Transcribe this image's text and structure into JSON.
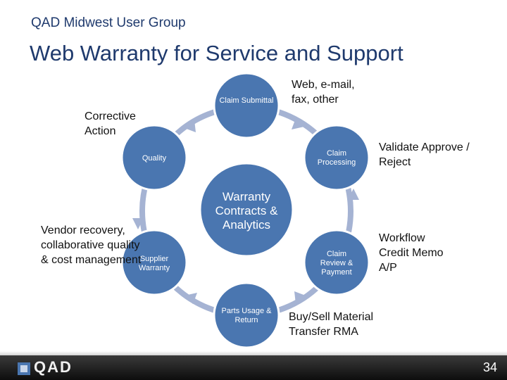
{
  "header": {
    "group": "QAD Midwest User Group"
  },
  "slide": {
    "title": "Web Warranty for Service and Support"
  },
  "diagram": {
    "center": "Warranty Contracts & Analytics",
    "nodes": {
      "claim_submittal": "Claim Submittal",
      "claim_processing": "Claim Processing",
      "claim_review": "Claim Review & Payment",
      "parts_usage": "Parts Usage & Return",
      "supplier_warranty": "Supplier Warranty",
      "quality": "Quality"
    },
    "notes": {
      "submittal": "Web, e-mail, fax, other",
      "processing": "Validate Approve / Reject",
      "review": "Workflow Credit Memo A/P",
      "parts": "Buy/Sell Material Transfer RMA",
      "supplier": "Vendor recovery, collaborative quality & cost management",
      "quality": "Corrective Action"
    },
    "colors": {
      "node_fill": "#4a76b0",
      "node_stroke": "#ffffff",
      "ring": "#a5b3d3",
      "title": "#1f3a6d"
    }
  },
  "footer": {
    "logo_text": "QAD",
    "page_number": "34"
  }
}
